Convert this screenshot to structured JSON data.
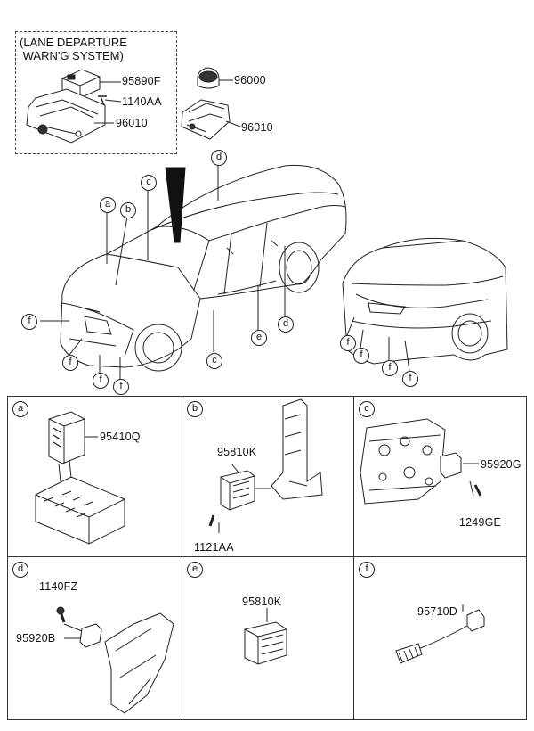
{
  "inset": {
    "title_line1": "(LANE DEPARTURE",
    "title_line2": " WARN'G SYSTEM)",
    "part1": "95890F",
    "part2": "1140AA",
    "part3": "96010"
  },
  "top_parts": {
    "p96000": "96000",
    "p96010": "96010"
  },
  "car_callouts": [
    "a",
    "b",
    "c",
    "d",
    "c",
    "e",
    "d",
    "f",
    "f",
    "f",
    "f",
    "f",
    "f",
    "f",
    "f"
  ],
  "panels": {
    "a": {
      "id": "a",
      "parts": [
        "95410Q"
      ]
    },
    "b": {
      "id": "b",
      "parts": [
        "95810K",
        "1121AA"
      ]
    },
    "c": {
      "id": "c",
      "parts": [
        "95920G",
        "1249GE"
      ]
    },
    "d": {
      "id": "d",
      "parts": [
        "1140FZ",
        "95920B"
      ]
    },
    "e": {
      "id": "e",
      "parts": [
        "95810K"
      ]
    },
    "f": {
      "id": "f",
      "parts": [
        "95710D"
      ]
    }
  }
}
